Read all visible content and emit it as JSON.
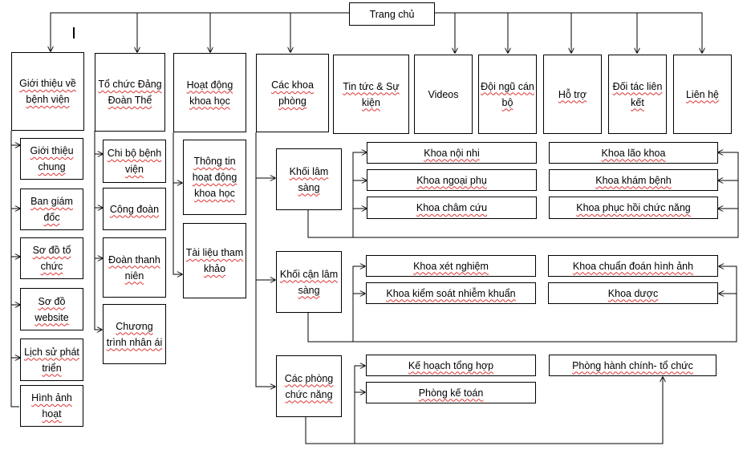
{
  "root": "Trang chủ",
  "top_menu": {
    "gioi_thieu": "Giới thiệu về bệnh viện",
    "to_chuc": "Tổ chức Đảng Đoàn Thể",
    "hoat_dong": "Hoạt động khoa học",
    "cac_khoa": "Các khoa phòng",
    "tin_tuc": "Tin tức & Sự kiện",
    "videos": "Videos",
    "doi_ngu": "Đội ngũ cán bộ",
    "ho_tro": "Hỗ trợ",
    "doi_tac": "Đối tác liên kết",
    "lien_he": "Liên hệ"
  },
  "gioi_thieu_items": [
    "Giới thiệu chung",
    "Ban giám đốc",
    "Sơ đồ tổ chức",
    "Sơ đồ website",
    "Lịch sử phát triển",
    "Hình ảnh hoạt"
  ],
  "to_chuc_items": [
    "Chi bộ bệnh viện",
    "Công đoàn",
    "Đoàn thanh niên",
    "Chương trình nhân ái"
  ],
  "hoat_dong_items": [
    "Thông tin hoạt động khoa học",
    "Tài liệu tham khảo"
  ],
  "groups": {
    "lam_sang": "Khối lâm sàng",
    "can_lam_sang": "Khối cận lâm sàng",
    "phong_chuc_nang": "Các phòng chức năng"
  },
  "lam_sang_left": [
    "Khoa nội nhi",
    "Khoa ngoại phụ",
    "Khoa châm cứu"
  ],
  "lam_sang_right": [
    "Khoa lão khoa",
    "Khoa khám bệnh",
    "Khoa phục hồi chức năng"
  ],
  "can_lam_sang_left": [
    "Khoa xét nghiệm",
    "Khoa kiểm soát nhiễm khuẩn"
  ],
  "can_lam_sang_right": [
    "Khoa chuẩn đoán hình ảnh",
    "Khoa dược"
  ],
  "phong_left": [
    "Kế hoạch tổng hợp",
    "Phòng kế toán"
  ],
  "phong_right": [
    "Phòng hành chính- tổ chức"
  ]
}
